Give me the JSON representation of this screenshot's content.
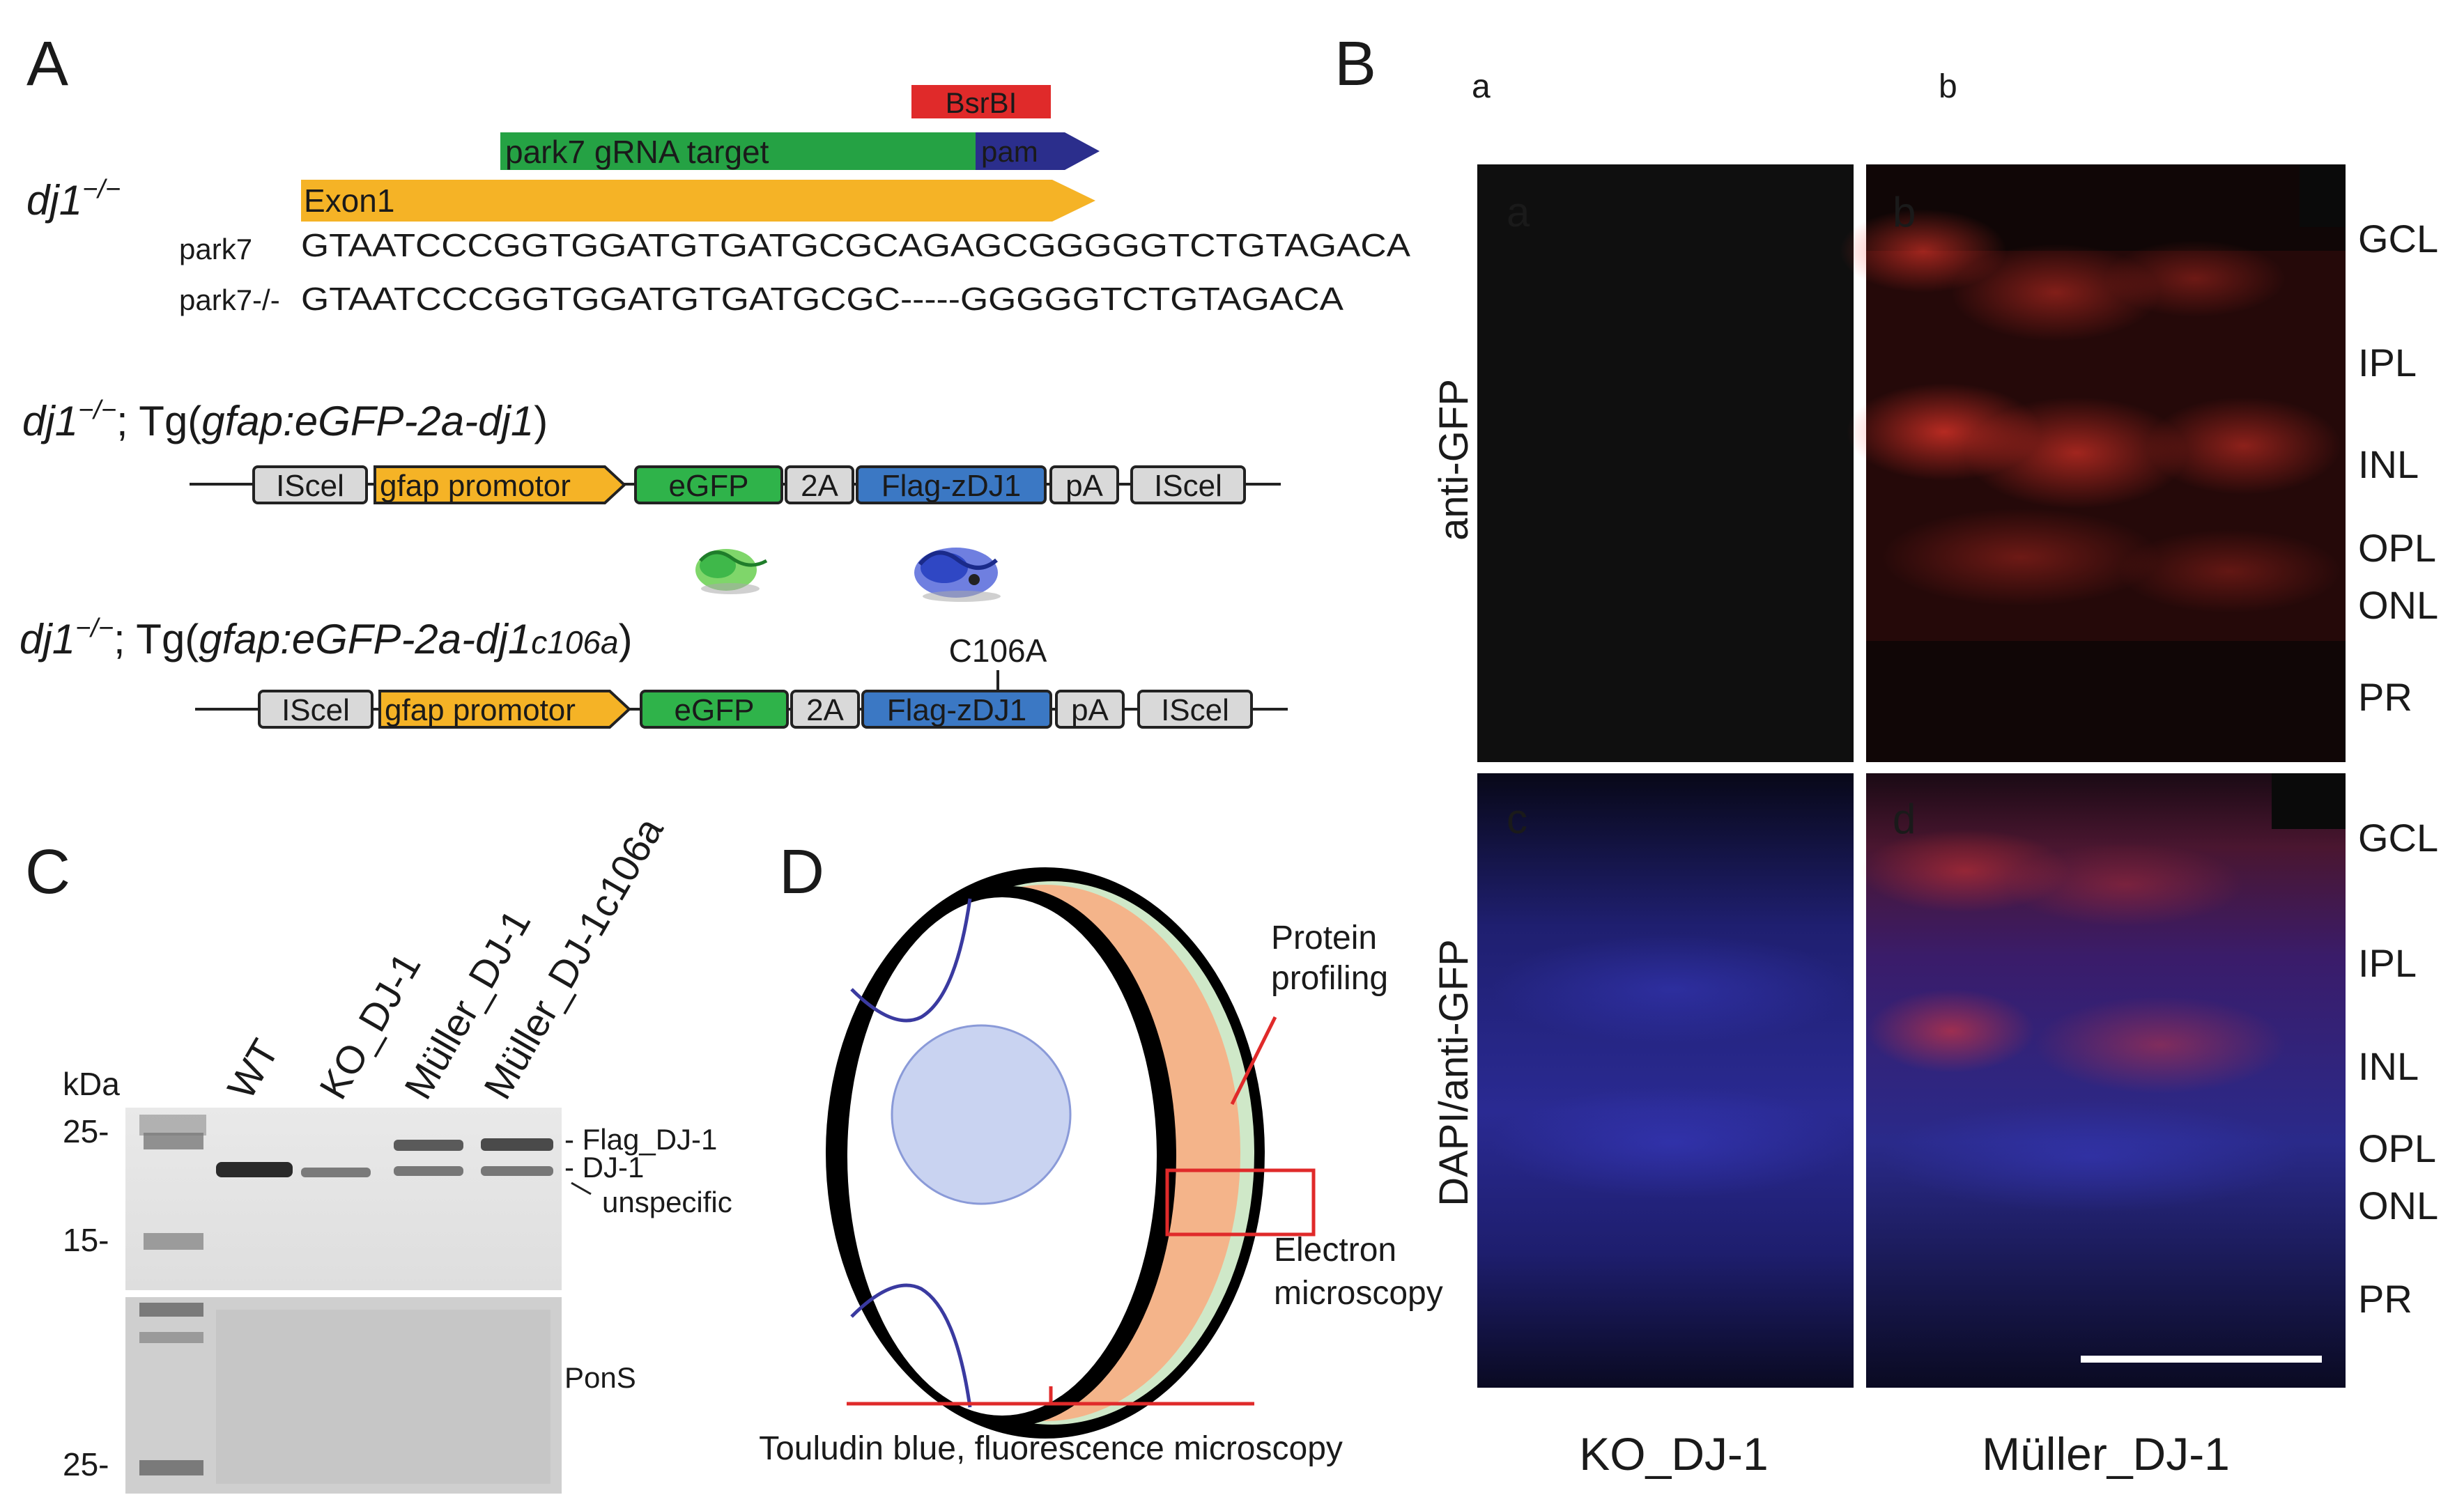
{
  "panels": {
    "A": {
      "letter": "A",
      "genotype1": "dj1",
      "genotype1_sup": "−/−",
      "bsrbi": "BsrBI",
      "grna": "park7 gRNA target",
      "pam": "pam",
      "exon": "Exon1",
      "seq_wt_label": "park7",
      "seq_wt": "GTAATCCCGGTGGATGTGATGCGCAGAGCGGGGGTCTGTAGACA",
      "seq_ko_label": "park7-/-",
      "seq_ko": "GTAATCCCGGTGGATGTGATGCGC-----GGGGGTCTGTAGACA",
      "genotype2_main": "dj1",
      "genotype2_sup": "−/−",
      "genotype2_tg": "; Tg(",
      "genotype2_italic": "gfap:eGFP-2a-dj1",
      "genotype2_close": ")",
      "genotype3_main": "dj1",
      "genotype3_sup": "−/−",
      "genotype3_tg": "; Tg(",
      "genotype3_italic": "gfap:eGFP-2a-dj1",
      "genotype3_sub": "c106a",
      "genotype3_close": ")",
      "construct": [
        "IScel",
        "gfap promotor",
        "eGFP",
        "2A",
        "Flag-zDJ1",
        "pA",
        "IScel"
      ],
      "mutation": "C106A",
      "colors": {
        "bsrbi": "#e02a2a",
        "grna": "#25a244",
        "pam": "#2b2e8c",
        "exon": "#f5b326",
        "egfp": "#2fb34a",
        "flag": "#3b78c4",
        "gray": "#d9d9d9"
      }
    },
    "B": {
      "letter": "B",
      "faint_a": "a",
      "faint_b": "b",
      "sub_a": "a",
      "sub_b": "b",
      "sub_c": "c",
      "sub_d": "d",
      "row1_label": "anti-GFP",
      "row2_label": "DAPI/anti-GFP",
      "layers_top": [
        "GCL",
        "IPL",
        "INL",
        "OPL",
        "ONL",
        "PR"
      ],
      "layers_bottom": [
        "GCL",
        "IPL",
        "INL",
        "OPL",
        "ONL",
        "PR"
      ],
      "col1": "KO_DJ-1",
      "col2": "Müller_DJ-1"
    },
    "C": {
      "letter": "C",
      "kda": "kDa",
      "lanes": [
        "WT",
        "KO_DJ-1",
        "Müller_DJ-1",
        "Müller_DJ-1c106a"
      ],
      "markers_top": [
        "25-",
        "15-"
      ],
      "marker_bottom": "25-",
      "band_labels": [
        "- Flag_DJ-1",
        "- DJ-1",
        "unspecific"
      ],
      "pons": "PonS"
    },
    "D": {
      "letter": "D",
      "protein": [
        "Protein",
        "profiling"
      ],
      "em": [
        "Electron",
        "microscopy"
      ],
      "bottom": "Touludin blue, fluorescence microscopy"
    }
  }
}
